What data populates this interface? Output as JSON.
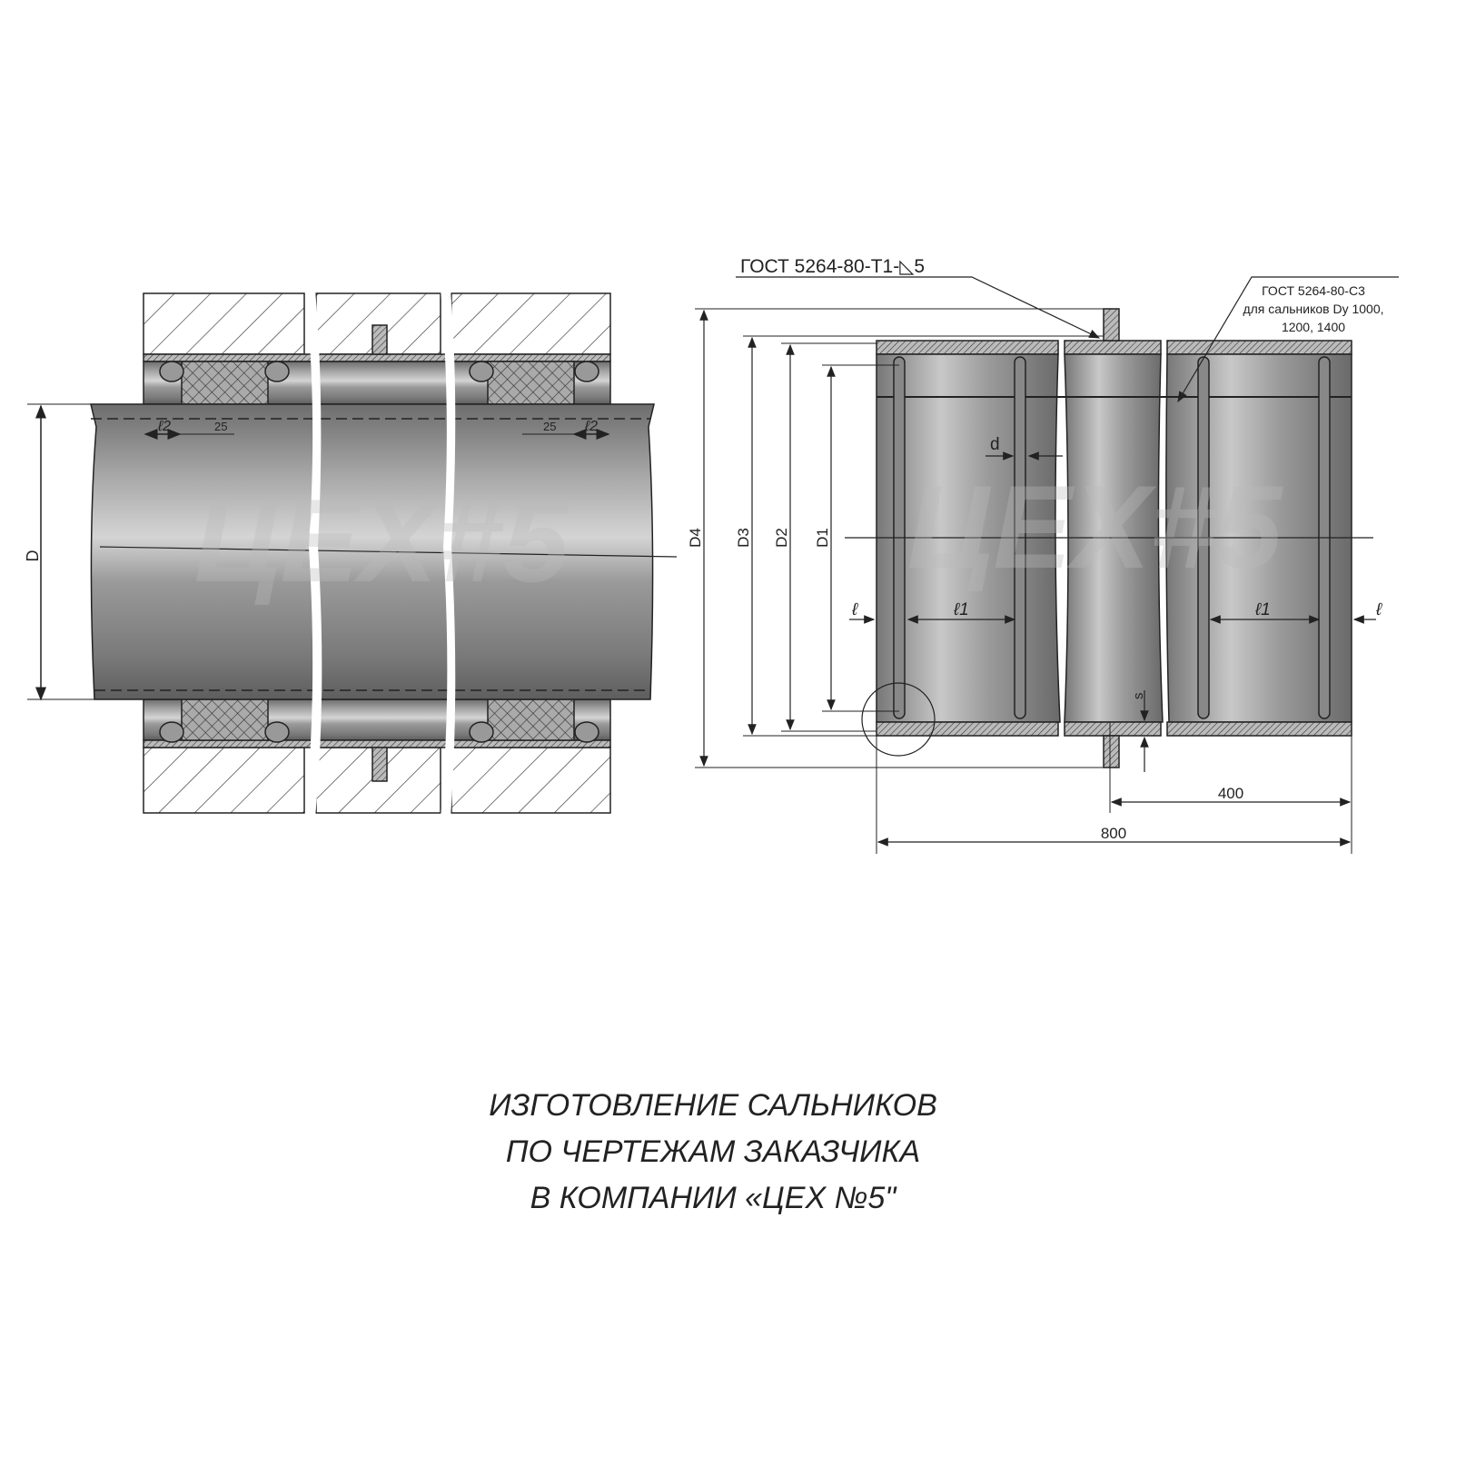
{
  "left_view": {
    "dim_D": "D",
    "dim_l2_left": "ℓ2",
    "dim_25_left": "25",
    "dim_25_right": "25",
    "dim_l2_right": "ℓ2"
  },
  "right_view": {
    "weld_note_1": "ГОСТ 5264-80-Т1-◺5",
    "weld_note_2_line1": "ГОСТ 5264-80-С3",
    "weld_note_2_line2": "для сальников Dy 1000,",
    "weld_note_2_line3": "1200, 1400",
    "dim_D4": "D4",
    "dim_D3": "D3",
    "dim_D2": "D2",
    "dim_D1": "D1",
    "dim_d": "d",
    "dim_l_left": "ℓ",
    "dim_l1_left": "ℓ1",
    "dim_l1_right": "ℓ1",
    "dim_l_right": "ℓ",
    "dim_s": "s",
    "dim_400": "400",
    "dim_800": "800"
  },
  "watermark": "ЦЕХ#5",
  "caption": {
    "line1": "ИЗГОТОВЛЕНИЕ САЛЬНИКОВ",
    "line2": "ПО ЧЕРТЕЖАМ ЗАКАЗЧИКА",
    "line3": "В КОМПАНИИ «ЦЕХ №5\""
  },
  "colors": {
    "metal": "#8a8a8a",
    "line": "#222222"
  }
}
